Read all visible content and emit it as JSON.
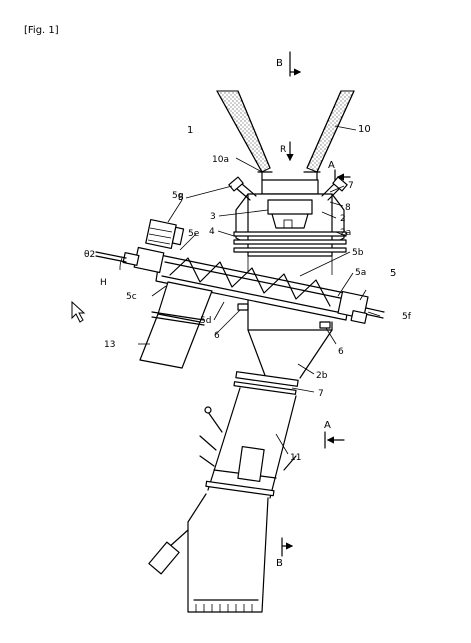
{
  "figure_label": "[Fig. 1]",
  "labels": {
    "fig_ref": "1",
    "hopper": "10",
    "hopper_a": "10a",
    "arrow_r": "R",
    "section_b_top": "B",
    "section_b_bottom": "B",
    "section_a_top": "A",
    "section_a_bottom": "A",
    "part_7_top": "7",
    "part_8_left": "8",
    "part_8_right": "8",
    "part_3": "3",
    "part_2": "2",
    "part_2a": "2a",
    "part_4": "4",
    "part_5g": "5g",
    "part_5e": "5e",
    "part_5b": "5b",
    "part_5a": "5a",
    "part_5": "5",
    "part_5f": "5f",
    "part_5c": "5c",
    "part_5d": "5d",
    "angle": "θ2",
    "part_h": "H",
    "part_6_left": "6",
    "part_6_right": "6",
    "part_13": "13",
    "part_2b": "2b",
    "part_7_mid": "7",
    "part_11": "11"
  }
}
